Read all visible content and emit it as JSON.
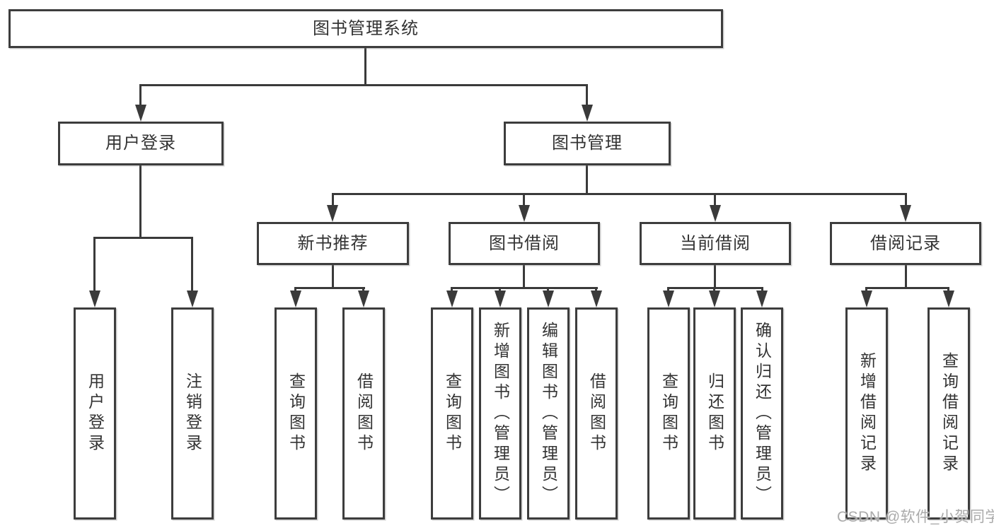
{
  "diagram": {
    "type": "tree",
    "title": "图书管理系统",
    "nodes": {
      "root": {
        "label": "图书管理系统"
      },
      "user_login": {
        "label": "用户登录"
      },
      "book_mgmt": {
        "label": "图书管理"
      },
      "new_book_rec": {
        "label": "新书推荐"
      },
      "book_borrow": {
        "label": "图书借阅"
      },
      "current_borrow": {
        "label": "当前借阅"
      },
      "borrow_records": {
        "label": "借阅记录"
      },
      "leaf_user_login": {
        "label": "用户登录"
      },
      "leaf_logout": {
        "label": "注销登录"
      },
      "leaf_query_book_1": {
        "label": "查询图书"
      },
      "leaf_borrow_book_1": {
        "label": "借阅图书"
      },
      "leaf_query_book_2": {
        "label": "查询图书"
      },
      "leaf_add_book": {
        "label": "新增图书（管理员）"
      },
      "leaf_edit_book": {
        "label": "编辑图书（管理员）"
      },
      "leaf_borrow_book_2": {
        "label": "借阅图书"
      },
      "leaf_query_book_3": {
        "label": "查询图书"
      },
      "leaf_return_book": {
        "label": "归还图书"
      },
      "leaf_confirm_return": {
        "label": "确认归还（管理员）"
      },
      "leaf_add_record": {
        "label": "新增借阅记录"
      },
      "leaf_query_record": {
        "label": "查询借阅记录"
      }
    },
    "edges": [
      {
        "from": "root",
        "to": "user_login"
      },
      {
        "from": "root",
        "to": "book_mgmt"
      },
      {
        "from": "user_login",
        "to": "leaf_user_login"
      },
      {
        "from": "user_login",
        "to": "leaf_logout"
      },
      {
        "from": "book_mgmt",
        "to": "new_book_rec"
      },
      {
        "from": "book_mgmt",
        "to": "book_borrow"
      },
      {
        "from": "book_mgmt",
        "to": "current_borrow"
      },
      {
        "from": "book_mgmt",
        "to": "borrow_records"
      },
      {
        "from": "new_book_rec",
        "to": "leaf_query_book_1"
      },
      {
        "from": "new_book_rec",
        "to": "leaf_borrow_book_1"
      },
      {
        "from": "book_borrow",
        "to": "leaf_query_book_2"
      },
      {
        "from": "book_borrow",
        "to": "leaf_add_book"
      },
      {
        "from": "book_borrow",
        "to": "leaf_edit_book"
      },
      {
        "from": "book_borrow",
        "to": "leaf_borrow_book_2"
      },
      {
        "from": "current_borrow",
        "to": "leaf_query_book_3"
      },
      {
        "from": "current_borrow",
        "to": "leaf_return_book"
      },
      {
        "from": "current_borrow",
        "to": "leaf_confirm_return"
      },
      {
        "from": "borrow_records",
        "to": "leaf_add_record"
      },
      {
        "from": "borrow_records",
        "to": "leaf_query_record"
      }
    ],
    "colors": {
      "line": "#3a3a3a",
      "box_border": "#3d3d3d",
      "box_fill": "#ffffff",
      "text": "#333333",
      "background": "#ffffff"
    }
  },
  "watermark": {
    "text": "CSDN @软件_小贺同学",
    "color": "#ababab"
  }
}
